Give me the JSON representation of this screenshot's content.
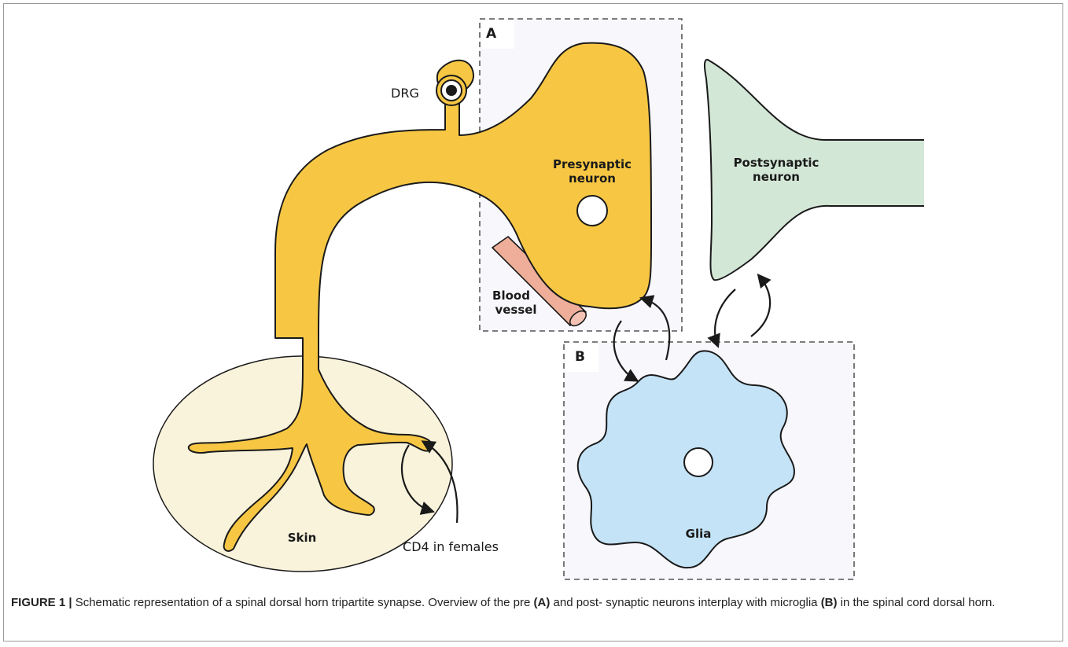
{
  "labels": {
    "drg": "DRG",
    "panel_a": "A",
    "panel_b": "B",
    "presynaptic_line1": "Presynaptic",
    "presynaptic_line2": "neuron",
    "postsynaptic_line1": "Postsynaptic",
    "postsynaptic_line2": "neuron",
    "blood_line1": "Blood",
    "blood_line2": "vessel",
    "skin": "Skin",
    "glia": "Glia",
    "cd4": "CD4 in females"
  },
  "caption": {
    "figure_label": "FIGURE 1 |",
    "text_1": " Schematic representation of a spinal dorsal horn tripartite synapse. Overview of the pre ",
    "ref_a": "(A)",
    "text_2": " and post- synaptic neurons interplay with microglia ",
    "ref_b": "(B)",
    "text_3": " in the spinal cord dorsal horn."
  },
  "colors": {
    "neuron_yellow": "#F7C744",
    "postsynaptic_green": "#D3E7D6",
    "glia_blue": "#C4E3F6",
    "skin_cream": "#FAF3DC",
    "blood_vessel": "#EFAE9A",
    "panel_bg": "#F8F7FC",
    "stroke": "#1a1a1a"
  }
}
